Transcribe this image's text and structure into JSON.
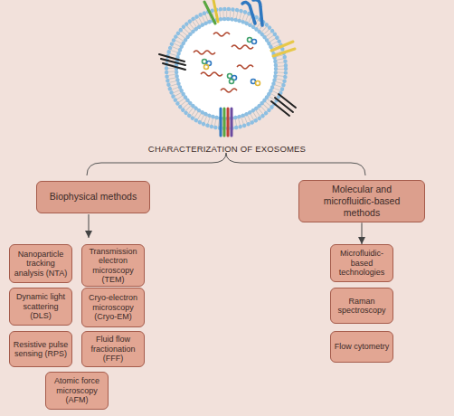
{
  "diagram": {
    "title": "CHARACTERIZATION OF EXOSOMES",
    "nodes": [
      {
        "text": [
          "Biophysical methods"
        ]
      },
      {
        "text": [
          "Molecular and microfluidic-based methods"
        ]
      },
      {
        "text": [
          "Nanoparticle tracking analysis (NTA)"
        ]
      },
      {
        "text": [
          "Transmission electron microscopy (TEM)"
        ]
      },
      {
        "text": [
          "Dynamic light scattering (DLS)"
        ]
      },
      {
        "text": [
          "Cryo-electron microscopy (Cryo-EM)"
        ]
      },
      {
        "text": [
          "Resistive pulse sensing (RPS)"
        ]
      },
      {
        "text": [
          "Fluid flow fractionation (FFF)"
        ]
      },
      {
        "text": [
          "Atomic force microscopy (AFM)"
        ]
      },
      {
        "text": [
          "Microfluidic-based technologies"
        ]
      },
      {
        "text": [
          "Raman spectroscopy"
        ]
      },
      {
        "text": [
          "Flow cytometry"
        ]
      }
    ],
    "edges": [
      {
        "from": 1,
        "to": 9,
        "arrow": "to"
      }
    ]
  }
}
